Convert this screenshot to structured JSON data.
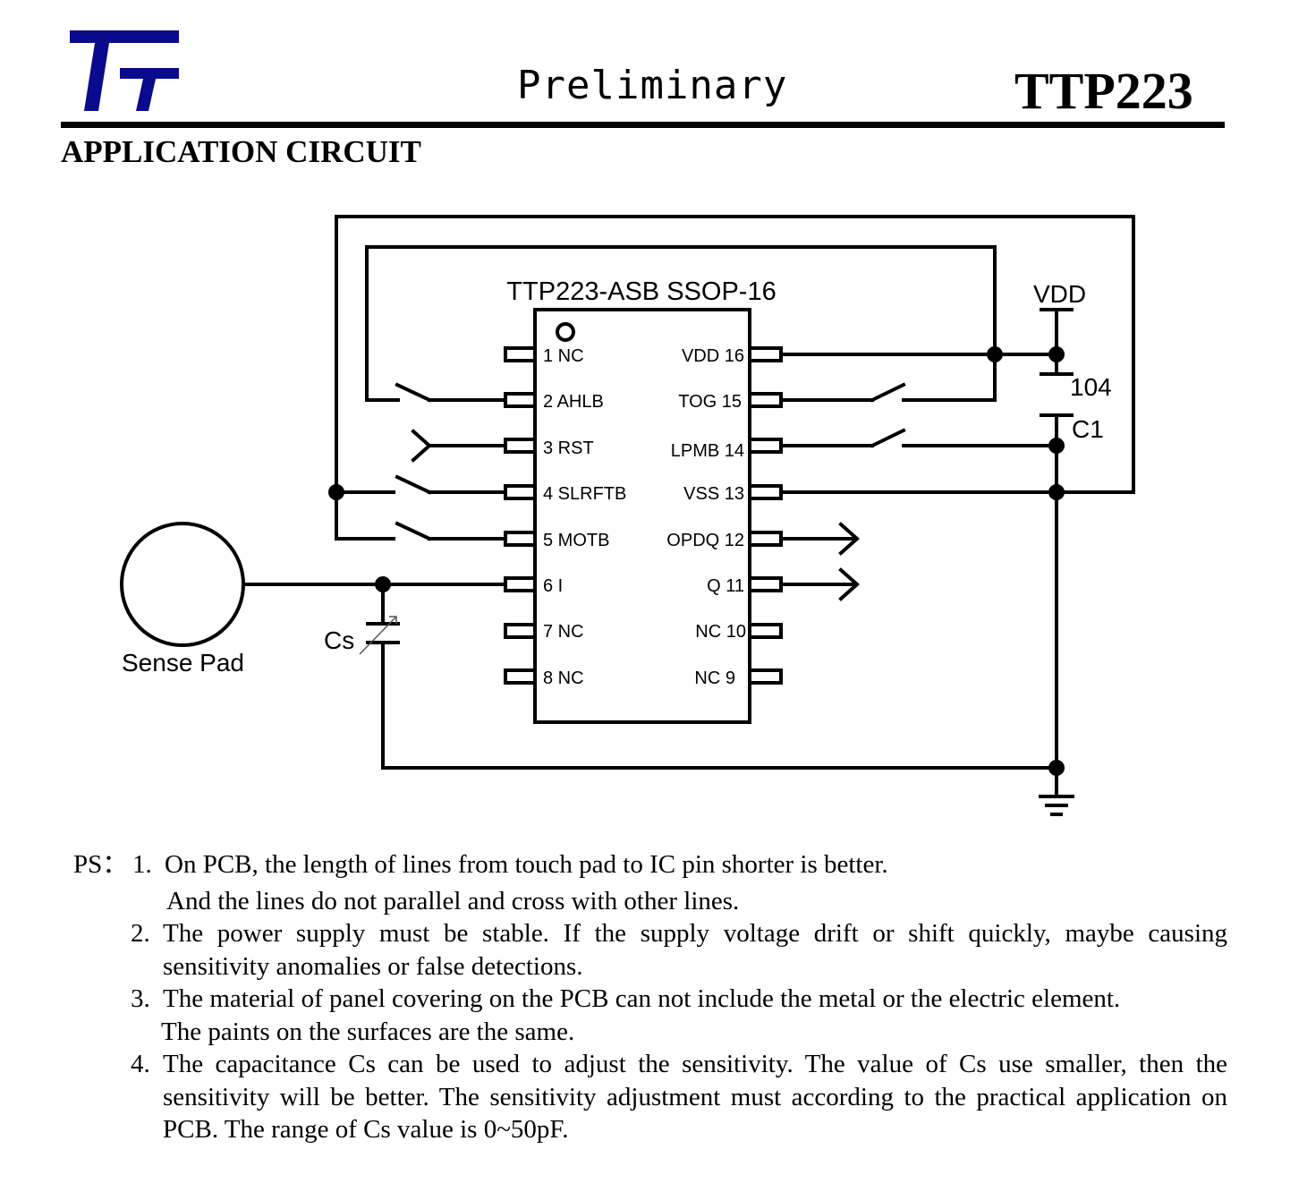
{
  "header": {
    "logo_text": "TT",
    "status": "Preliminary",
    "part_number": "TTP223",
    "section_title": "APPLICATION CIRCUIT",
    "brand_color": "#0a0a8c"
  },
  "circuit": {
    "ic_label": "TTP223-ASB SSOP-16",
    "left_pins": [
      "1 NC",
      "2 AHLB",
      "3 RST",
      "4 SLRFTB",
      "5 MOTB",
      "6 I",
      "7 NC",
      "8 NC"
    ],
    "right_pins": [
      "VDD 16",
      "TOG 15",
      "LPMB 14",
      "VSS 13",
      "OPDQ 12",
      "Q 11",
      "NC 10",
      "NC 9"
    ],
    "vdd_label": "VDD",
    "cap_value": "104",
    "cap_name": "C1",
    "cs_label": "Cs",
    "sense_pad_label": "Sense Pad"
  },
  "notes": {
    "prefix": "PS：",
    "items": [
      {
        "num": "1.",
        "lines": [
          "On PCB, the length of lines from touch pad to IC pin shorter is better.",
          "And the lines do not parallel and cross with other lines."
        ]
      },
      {
        "num": "2.",
        "lines": [
          "The power supply must be stable. If the supply voltage drift or shift quickly, maybe causing sensitivity anomalies or false detections."
        ]
      },
      {
        "num": "3.",
        "lines": [
          "The material of panel covering on the PCB can not include the metal or the electric element.",
          "The paints on the surfaces are the same."
        ]
      },
      {
        "num": "4.",
        "lines": [
          "The capacitance Cs can be used to adjust the sensitivity. The value of Cs use smaller, then the sensitivity will be better. The sensitivity adjustment must according to the practical application on PCB. The range of Cs value is 0~50pF."
        ]
      }
    ]
  }
}
